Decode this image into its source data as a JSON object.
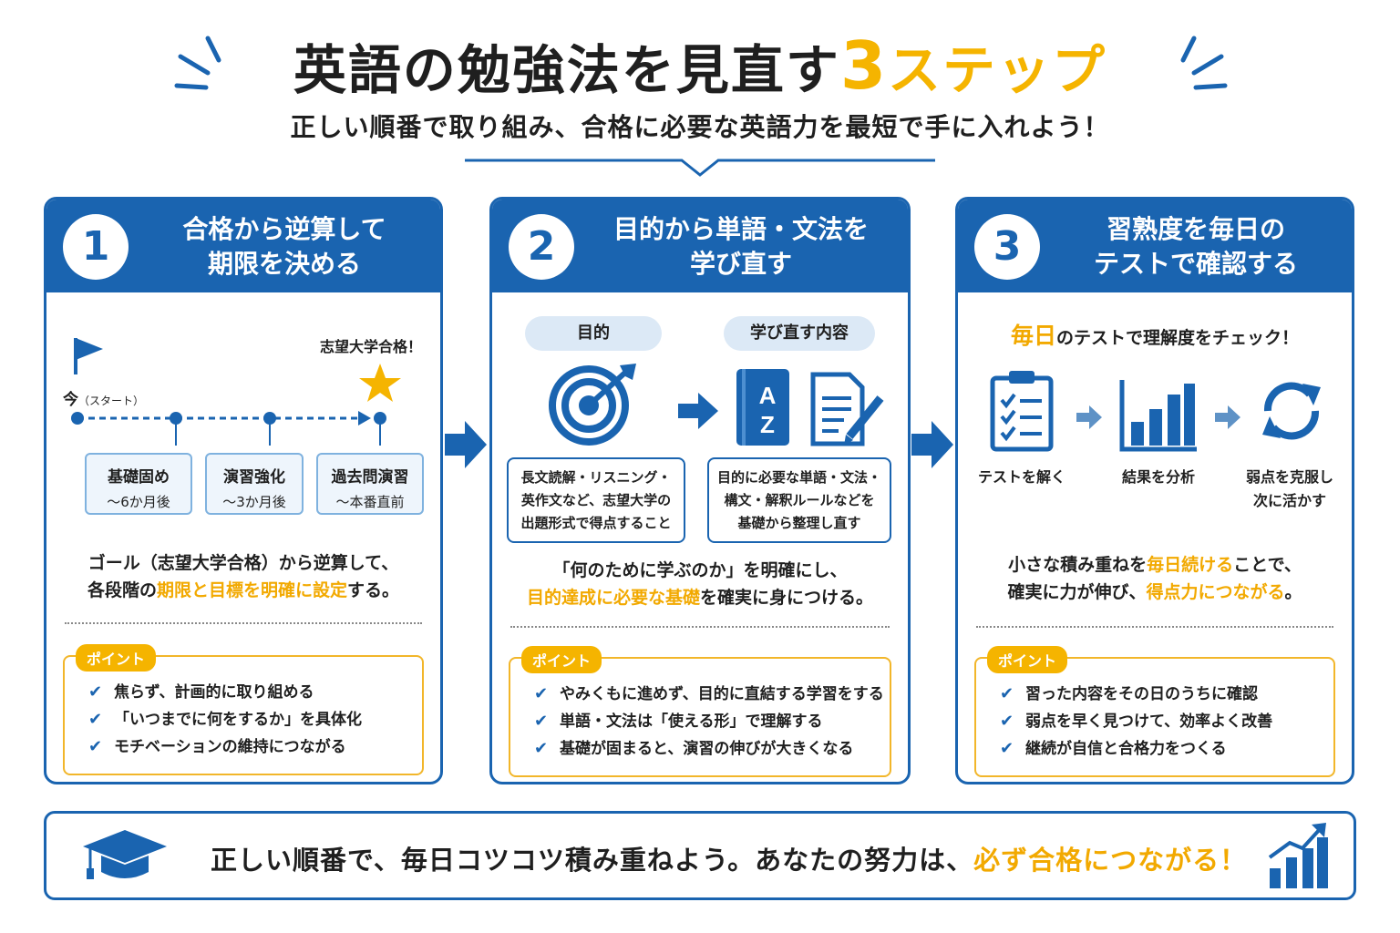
{
  "header": {
    "title_main": "英語の勉強法を見直す",
    "title_num": "3",
    "title_steps": "ステップ",
    "subtitle": "正しい順番で取り組み、合格に必要な英語力を最短で手に入れよう！"
  },
  "colors": {
    "primary": "#1a64b0",
    "accent": "#f5b400"
  },
  "cards": [
    {
      "num": "1",
      "title_line1": "合格から逆算して",
      "title_line2": "期限を決める",
      "goal_label": "志望大学合格！",
      "now_label": "今",
      "start_label": "（スタート）",
      "stages": [
        {
          "name": "基礎固め",
          "time": "〜6か月後"
        },
        {
          "name": "演習強化",
          "time": "〜3か月後"
        },
        {
          "name": "過去問演習",
          "time": "〜本番直前"
        }
      ],
      "desc_line1": "ゴール（志望大学合格）から逆算して、",
      "desc_line2_pre": "各段階の",
      "desc_line2_hl": "期限と目標を明確に設定",
      "desc_line2_post": "する。",
      "point_tag": "ポイント",
      "points": [
        "焦らず、計画的に取り組める",
        "「いつまでに何をするか」を具体化",
        "モチベーションの維持につながる"
      ],
      "icons": [
        "flag-icon",
        "star-icon"
      ]
    },
    {
      "num": "2",
      "title_line1": "目的から単語・文法を",
      "title_line2": "学び直す",
      "pill_left": "目的",
      "pill_right": "学び直す内容",
      "box_left": [
        "長文読解・リスニング・",
        "英作文など、志望大学の",
        "出題形式で得点すること"
      ],
      "box_right": [
        "目的に必要な単語・文法・",
        "構文・解釈ルールなどを",
        "基礎から整理し直す"
      ],
      "desc_line1": "「何のために学ぶのか」を明確にし、",
      "desc_line2_hl": "目的達成に必要な基礎",
      "desc_line2_post": "を確実に身につける。",
      "point_tag": "ポイント",
      "points": [
        "やみくもに進めず、目的に直結する学習をする",
        "単語・文法は「使える形」で理解する",
        "基礎が固まると、演習の伸びが大きくなる"
      ],
      "icons": [
        "target-icon",
        "dictionary-icon",
        "document-pencil-icon"
      ]
    },
    {
      "num": "3",
      "title_line1": "習熟度を毎日の",
      "title_line2": "テストで確認する",
      "daily_big": "毎日",
      "daily_rest": "のテストで理解度をチェック！",
      "steps": [
        {
          "line1": "テストを解く",
          "line2": ""
        },
        {
          "line1": "結果を分析",
          "line2": ""
        },
        {
          "line1": "弱点を克服し",
          "line2": "次に活かす"
        }
      ],
      "desc_line1_pre": "小さな積み重ねを",
      "desc_line1_hl": "毎日続ける",
      "desc_line1_post": "ことで、",
      "desc_line2_pre": "確実に力が伸び、",
      "desc_line2_hl": "得点力につながる",
      "desc_line2_post": "。",
      "point_tag": "ポイント",
      "points": [
        "習った内容をその日のうちに確認",
        "弱点を早く見つけて、効率よく改善",
        "継続が自信と合格力をつくる"
      ],
      "icons": [
        "clipboard-checklist-icon",
        "bar-chart-icon",
        "refresh-cycle-icon"
      ]
    }
  ],
  "footer": {
    "text_pre": "正しい順番で、毎日コツコツ積み重ねよう。あなたの努力は、",
    "text_hl": "必ず合格につながる！",
    "icons": [
      "graduation-cap-icon",
      "growth-chart-icon"
    ]
  }
}
